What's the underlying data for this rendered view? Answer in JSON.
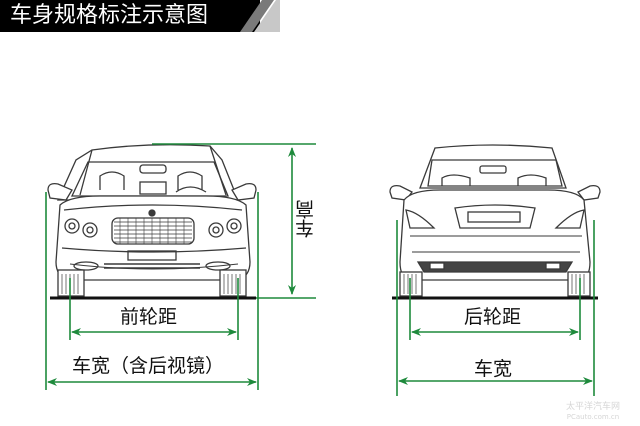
{
  "header": {
    "title": "车身规格标注示意图",
    "background": "#000000",
    "stripe_colors": [
      "#7a7a7a",
      "#c8c8c8"
    ]
  },
  "colors": {
    "dimension_line": "#1e8a3c",
    "car_outline": "#3a3a3a",
    "ground": "#111111"
  },
  "front_view": {
    "height_label": "车高",
    "track_label": "前轮距",
    "width_label": "车宽（含后视镜）"
  },
  "rear_view": {
    "track_label": "后轮距",
    "width_label": "车宽"
  },
  "watermark": {
    "line1": "太平洋汽车网",
    "line2": "PCauto.com.cn"
  }
}
